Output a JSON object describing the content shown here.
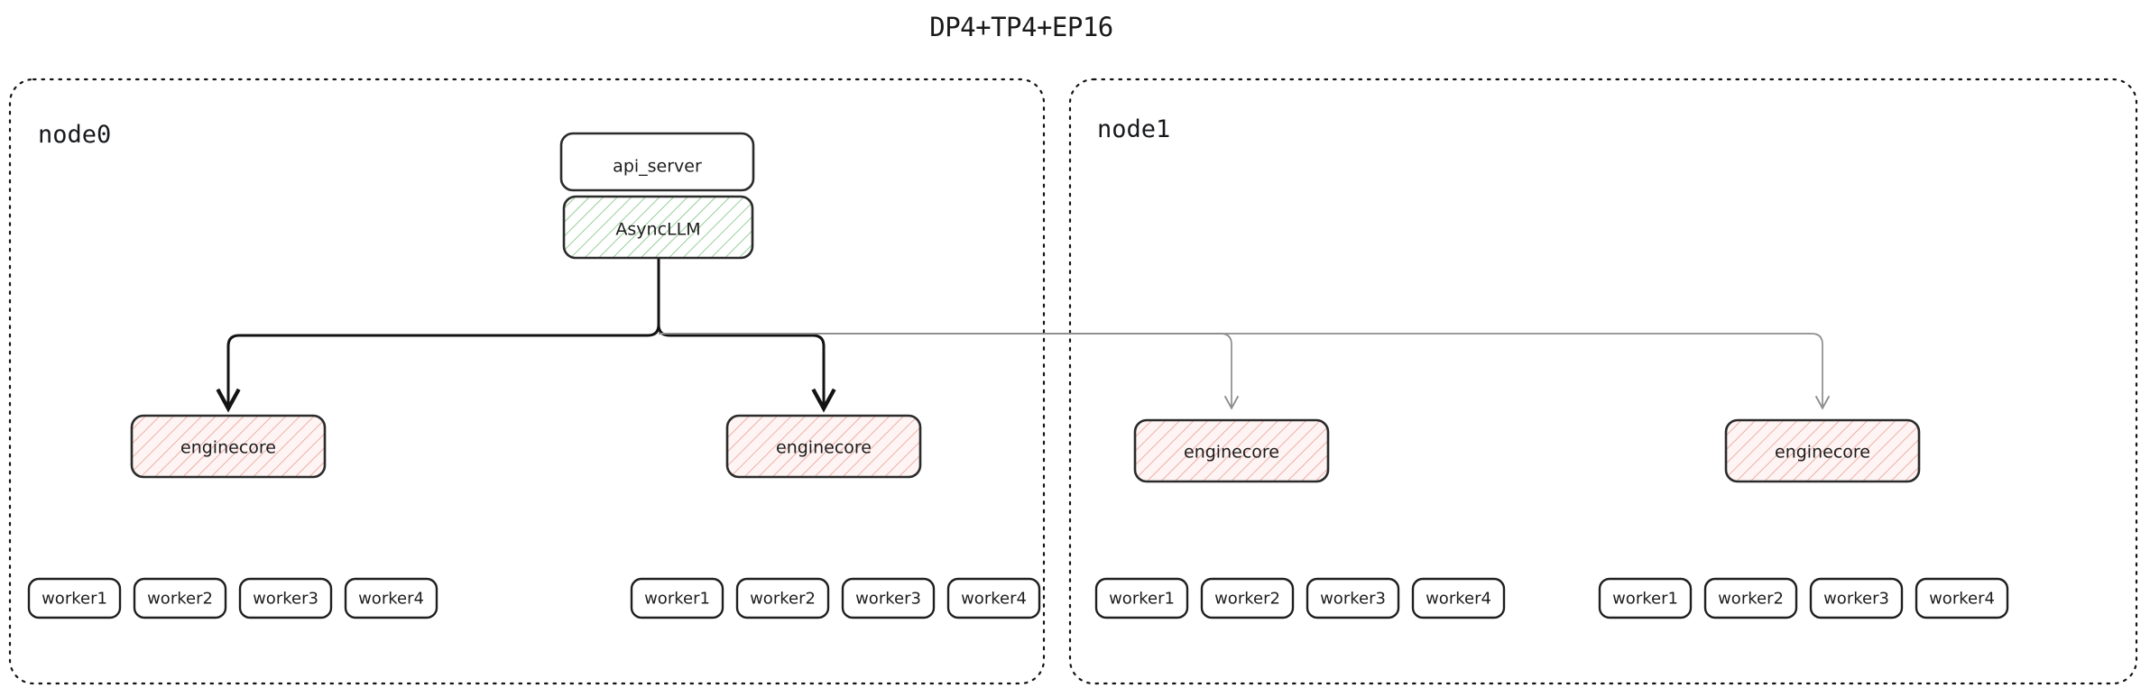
{
  "diagram": {
    "title": "DP4+TP4+EP16",
    "type": "deployment-topology",
    "colors": {
      "background": "#ffffff",
      "cluster_border": "#141414",
      "box_border": "#2b2b2b",
      "asyncllm_hatch": "#4fae53",
      "enginecore_hatch": "#e8897f",
      "enginecore_fill": "#fdf4f3",
      "edge_dark": "#131313",
      "edge_light": "#8d8d8d",
      "text": "#1c1c1c"
    },
    "clusters": [
      {
        "id": "node0",
        "label": "node0",
        "boxes": [
          {
            "id": "api_server",
            "label": "api_server",
            "style": "plain"
          },
          {
            "id": "asyncllm",
            "label": "AsyncLLM",
            "style": "green-hatch"
          },
          {
            "id": "enginecore_0",
            "label": "enginecore",
            "style": "pink-hatch"
          },
          {
            "id": "enginecore_1",
            "label": "enginecore",
            "style": "pink-hatch"
          }
        ],
        "worker_groups": [
          {
            "id": "node0-group0",
            "workers": [
              "worker1",
              "worker2",
              "worker3",
              "worker4"
            ]
          },
          {
            "id": "node0-group1",
            "workers": [
              "worker1",
              "worker2",
              "worker3",
              "worker4"
            ]
          }
        ]
      },
      {
        "id": "node1",
        "label": "node1",
        "boxes": [
          {
            "id": "enginecore_2",
            "label": "enginecore",
            "style": "pink-hatch"
          },
          {
            "id": "enginecore_3",
            "label": "enginecore",
            "style": "pink-hatch"
          }
        ],
        "worker_groups": [
          {
            "id": "node1-group0",
            "workers": [
              "worker1",
              "worker2",
              "worker3",
              "worker4"
            ]
          },
          {
            "id": "node1-group1",
            "workers": [
              "worker1",
              "worker2",
              "worker3",
              "worker4"
            ]
          }
        ]
      }
    ],
    "edges": [
      {
        "from": "asyncllm",
        "to": "enginecore_0",
        "style": "dark"
      },
      {
        "from": "asyncllm",
        "to": "enginecore_1",
        "style": "dark"
      },
      {
        "from": "asyncllm",
        "to": "enginecore_2",
        "style": "light"
      },
      {
        "from": "asyncllm",
        "to": "enginecore_3",
        "style": "light"
      }
    ]
  }
}
